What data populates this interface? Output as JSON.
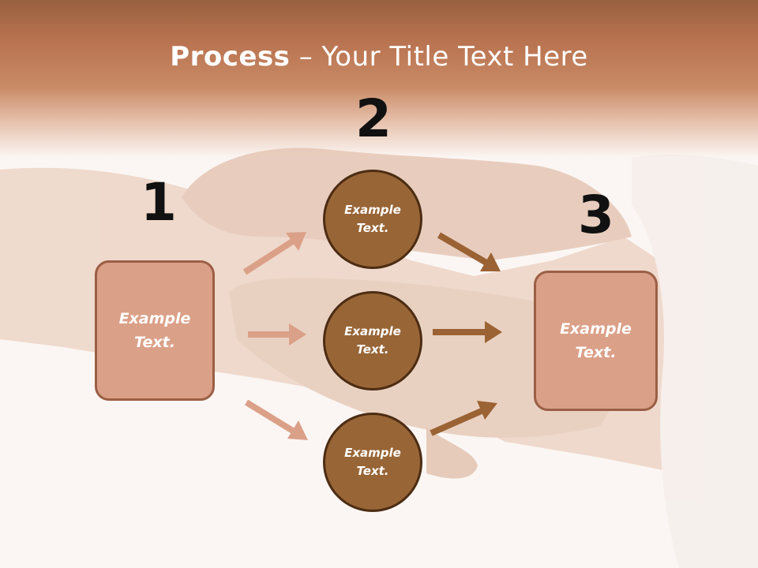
{
  "title": {
    "strong": "Process",
    "rest": " – Your Title Text Here"
  },
  "steps": {
    "one": "1",
    "two": "2",
    "three": "3"
  },
  "left_box": {
    "line1": "Example",
    "line2": "Text."
  },
  "right_box": {
    "line1": "Example",
    "line2": "Text."
  },
  "circles": [
    {
      "line1": "Example",
      "line2": "Text."
    },
    {
      "line1": "Example",
      "line2": "Text."
    },
    {
      "line1": "Example",
      "line2": "Text."
    }
  ],
  "colors": {
    "header": "#b8724f",
    "box_fill": "#dba088",
    "box_border": "#9b5f45",
    "circle_fill": "#986536",
    "circle_border": "#4c2c13",
    "arrow_light": "#dba088",
    "arrow_dark": "#9b6234"
  }
}
